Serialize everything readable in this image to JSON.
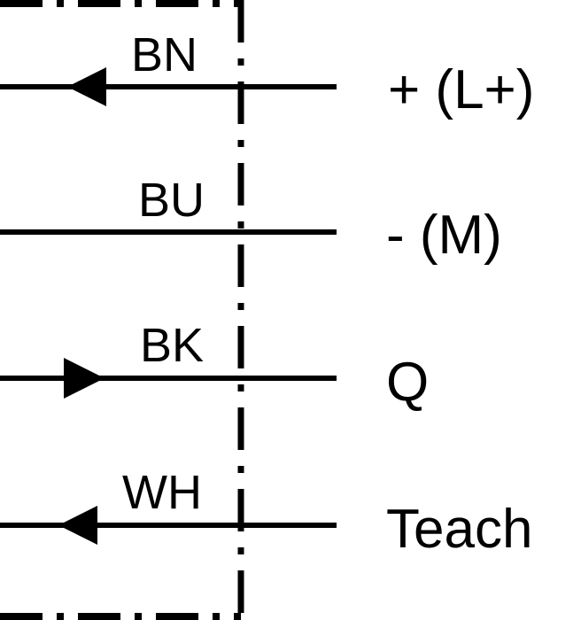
{
  "colors": {
    "line": "#000000",
    "background": "#ffffff"
  },
  "wires": [
    {
      "wire_label": "BN",
      "terminal_label": "+ (L+)",
      "arrow": "left"
    },
    {
      "wire_label": "BU",
      "terminal_label": "- (M)",
      "arrow": "none"
    },
    {
      "wire_label": "BK",
      "terminal_label": "Q",
      "arrow": "right"
    },
    {
      "wire_label": "WH",
      "terminal_label": "Teach",
      "arrow": "left"
    }
  ]
}
